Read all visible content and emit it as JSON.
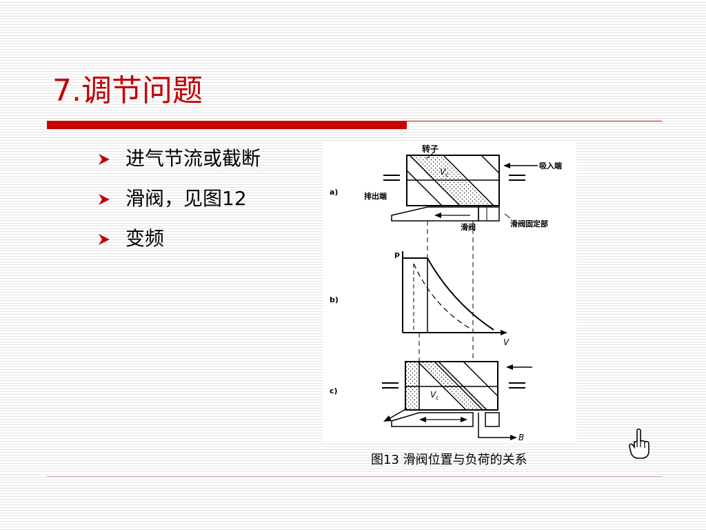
{
  "slide": {
    "title": "7.调节问题",
    "bullets": [
      "进气节流或截断",
      "滑阀，见图12",
      "变频"
    ],
    "caption": "图13  滑阀位置与负荷的关系",
    "colors": {
      "title": "#c00000",
      "accent_bar": "#cc0000",
      "bullet_arrow": "#c00000"
    }
  },
  "figure": {
    "panel_labels": {
      "a": "a)",
      "b": "b)",
      "c": "c)"
    },
    "labels": {
      "rotor": "转子",
      "suction": "吸入端",
      "discharge": "排出端",
      "slide_valve": "滑阀",
      "slide_valve_fixed": "滑阀固定部",
      "volume": "V",
      "volume_subscript": "c",
      "pressure": "p",
      "bypass": "B"
    }
  },
  "icons": {
    "bullet": "arrow-bullet-icon",
    "pointer": "pointing-hand-icon"
  }
}
